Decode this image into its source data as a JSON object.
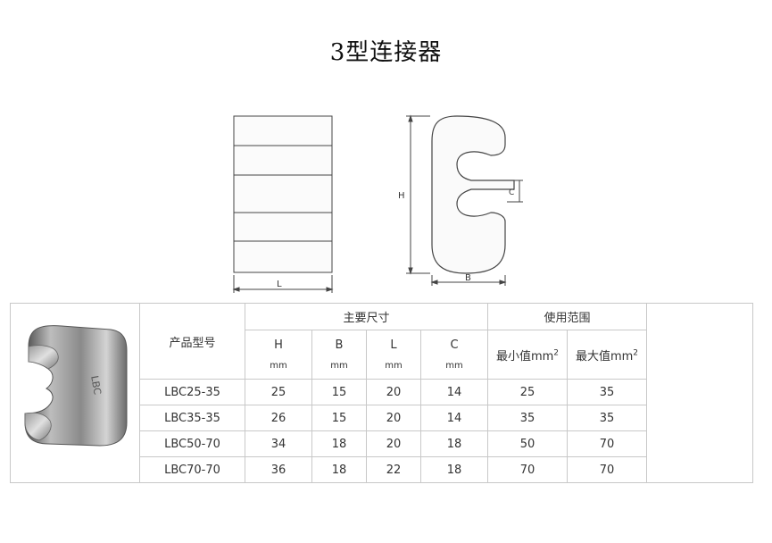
{
  "title": "3型连接器",
  "drawing": {
    "label_L": "L",
    "label_H": "H",
    "label_B": "B",
    "label_C": "C"
  },
  "table": {
    "model_header": "产品型号",
    "main_dims_header": "主要尺寸",
    "usage_header": "使用范围",
    "dim_columns": [
      {
        "letter": "H",
        "unit": "mm"
      },
      {
        "letter": "B",
        "unit": "mm"
      },
      {
        "letter": "L",
        "unit": "mm"
      },
      {
        "letter": "C",
        "unit": "mm"
      }
    ],
    "min_label": "最小值mm",
    "max_label": "最大值mm",
    "sup": "2",
    "rows": [
      {
        "model": "LBC25-35",
        "H": "25",
        "B": "15",
        "L": "20",
        "C": "14",
        "min": "25",
        "max": "35"
      },
      {
        "model": "LBC35-35",
        "H": "26",
        "B": "15",
        "L": "20",
        "C": "14",
        "min": "35",
        "max": "35"
      },
      {
        "model": "LBC50-70",
        "H": "34",
        "B": "18",
        "L": "20",
        "C": "18",
        "min": "50",
        "max": "70"
      },
      {
        "model": "LBC70-70",
        "H": "36",
        "B": "18",
        "L": "22",
        "C": "18",
        "min": "70",
        "max": "70"
      }
    ]
  }
}
